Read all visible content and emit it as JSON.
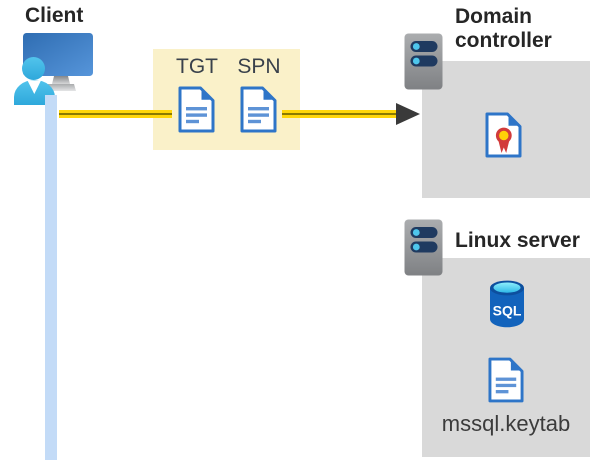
{
  "diagram": {
    "client": {
      "label": "Client"
    },
    "tickets": {
      "tgt": "TGT",
      "spn": "SPN"
    },
    "domain_controller": {
      "title": "Domain controller"
    },
    "linux_server": {
      "title": "Linux server",
      "sql_badge": "SQL",
      "keytab_file": "mssql.keytab"
    },
    "colors": {
      "flow_yellow": "#FFD60A",
      "flow_yellow_dark": "#8A7A00",
      "arrowhead_gray": "#3A3A3A",
      "ticket_box_bg": "#FAF1C9",
      "server_box_bg": "#D9D9D9",
      "client_link_blue": "#C3DBF7",
      "document_blue": "#2E75C8",
      "document_line_blue": "#5E93D6",
      "server_pill_navy": "#1F3A60",
      "server_led_cyan": "#4EC6EC",
      "sql_body_blue": "#1263BC",
      "sql_top_cyan": "#3FCDEE",
      "seal_red": "#D23B3B",
      "seal_yellow": "#FFD008",
      "text_dark": "#262626"
    }
  }
}
